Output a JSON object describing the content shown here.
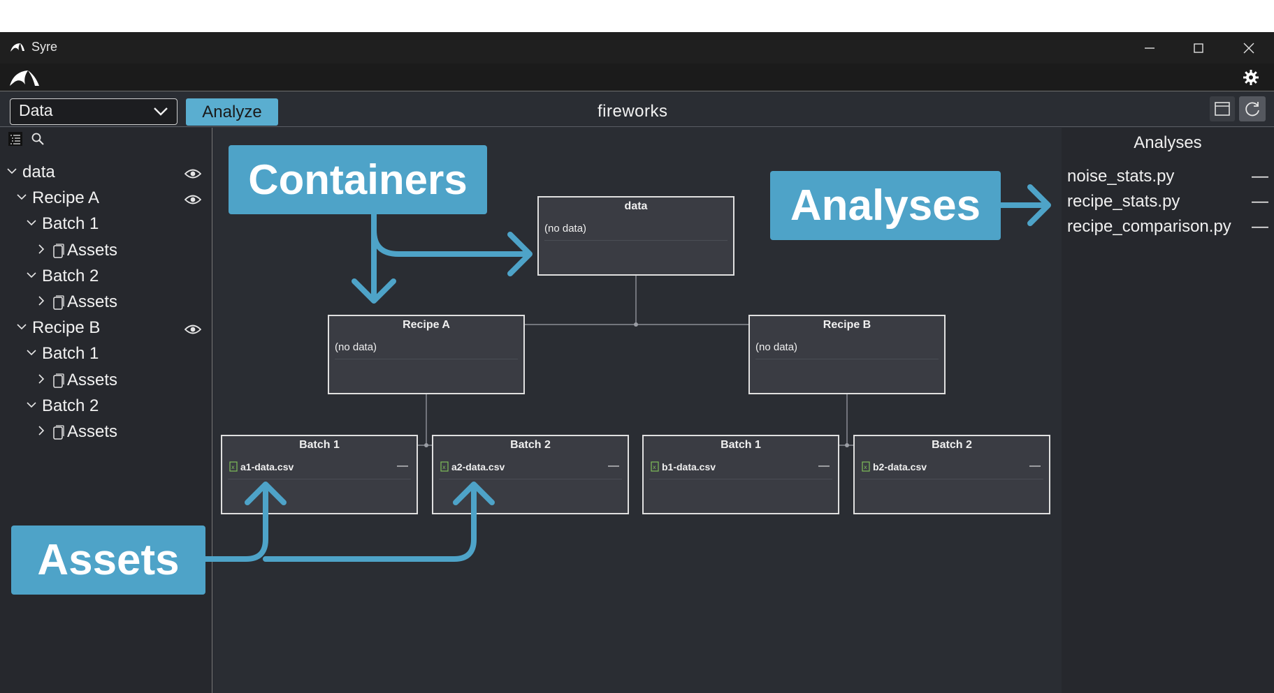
{
  "window": {
    "title": "Syre",
    "controls": [
      "minimize-icon",
      "maximize-icon",
      "close-icon"
    ]
  },
  "appbar": {
    "logo": "syre-logo",
    "settings_icon": "gear-icon"
  },
  "toolbar": {
    "mode_value": "Data",
    "analyze_label": "Analyze",
    "project_title": "fireworks",
    "icons": [
      "panel-layout-icon",
      "refresh-icon"
    ]
  },
  "sidebar": {
    "icons": [
      "tree-view-icon",
      "search-icon"
    ],
    "tree": [
      {
        "label": "data",
        "level": 0,
        "expanded": true,
        "eye": true
      },
      {
        "label": "Recipe A",
        "level": 1,
        "expanded": true,
        "eye": true
      },
      {
        "label": "Batch 1",
        "level": 2,
        "expanded": true
      },
      {
        "label": "Assets",
        "level": 3,
        "expanded": false,
        "assets": true
      },
      {
        "label": "Batch 2",
        "level": 2,
        "expanded": true
      },
      {
        "label": "Assets",
        "level": 3,
        "expanded": false,
        "assets": true
      },
      {
        "label": "Recipe B",
        "level": 1,
        "expanded": true,
        "eye": true
      },
      {
        "label": "Batch 1",
        "level": 2,
        "expanded": true
      },
      {
        "label": "Assets",
        "level": 3,
        "expanded": false,
        "assets": true
      },
      {
        "label": "Batch 2",
        "level": 2,
        "expanded": true
      },
      {
        "label": "Assets",
        "level": 3,
        "expanded": false,
        "assets": true
      }
    ]
  },
  "graph": {
    "nodes": [
      {
        "title": "data",
        "row": "(no data)"
      },
      {
        "title": "Recipe A",
        "row": "(no data)"
      },
      {
        "title": "Recipe B",
        "row": "(no data)"
      },
      {
        "title": "Batch 1",
        "row": "a1-data.csv",
        "dash": "—"
      },
      {
        "title": "Batch 2",
        "row": "a2-data.csv",
        "dash": "—"
      },
      {
        "title": "Batch 1",
        "row": "b1-data.csv",
        "dash": "—"
      },
      {
        "title": "Batch 2",
        "row": "b2-data.csv",
        "dash": "—"
      }
    ]
  },
  "analyses": {
    "title": "Analyses",
    "items": [
      {
        "name": "noise_stats.py",
        "dash": "—"
      },
      {
        "name": "recipe_stats.py",
        "dash": "—"
      },
      {
        "name": "recipe_comparison.py",
        "dash": "—"
      }
    ]
  },
  "annotations": {
    "containers": "Containers",
    "analyses": "Analyses",
    "assets": "Assets",
    "color": "#4ea3c8"
  }
}
